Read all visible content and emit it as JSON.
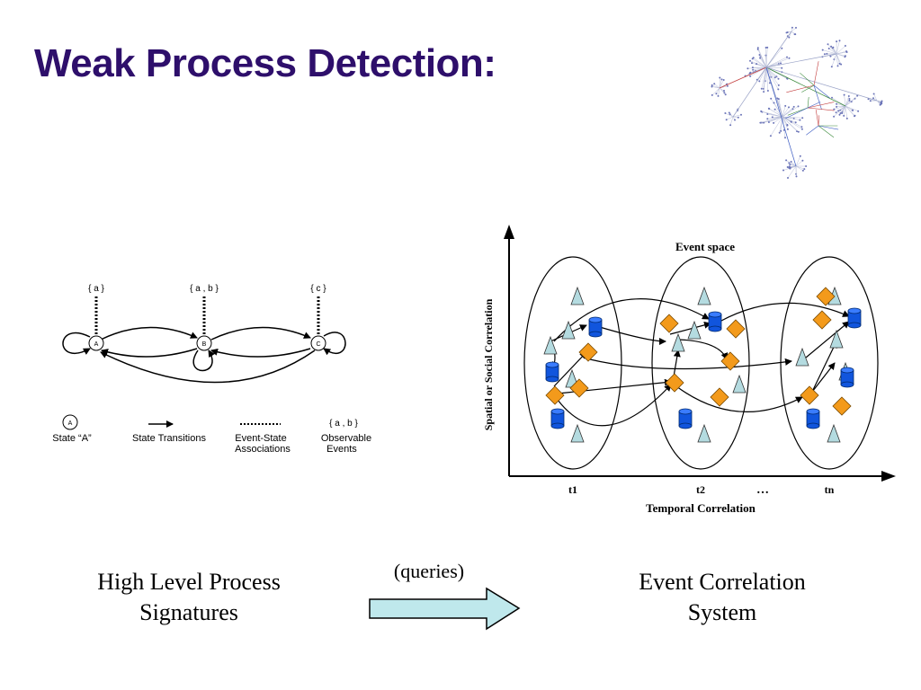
{
  "title": "Weak Process Detection:",
  "colors": {
    "title": "#2e0f6b",
    "triangle": "#b4dbe0",
    "diamond": "#f39a1b",
    "cylinder": "#1155dd",
    "arrow_fill": "#bfe8ec"
  },
  "state_diagram": {
    "states": [
      "A",
      "B",
      "C"
    ],
    "event_sets": [
      "{ a }",
      "{ a , b }",
      "{ c }"
    ],
    "legend": {
      "state_symbol": "A",
      "state_label": "State “A”",
      "transitions_label": "State Transitions",
      "associations_label_1": "Event-State",
      "associations_label_2": "Associations",
      "events_symbol": "{ a , b }",
      "events_label_1": "Observable",
      "events_label_2": "Events"
    }
  },
  "event_space": {
    "title": "Event space",
    "y_label": "Spatial or  Social Correlation",
    "x_label": "Temporal Correlation",
    "time_labels": [
      "t1",
      "t2",
      "…",
      "tn"
    ]
  },
  "bottom": {
    "left_line1": "High Level Process",
    "left_line2": "Signatures",
    "arrow_label": "(queries)",
    "right_line1": "Event Correlation",
    "right_line2": "System"
  },
  "icons": [
    "network-graph-icon",
    "triangle-event-icon",
    "diamond-event-icon",
    "cylinder-event-icon",
    "queries-arrow-icon"
  ]
}
